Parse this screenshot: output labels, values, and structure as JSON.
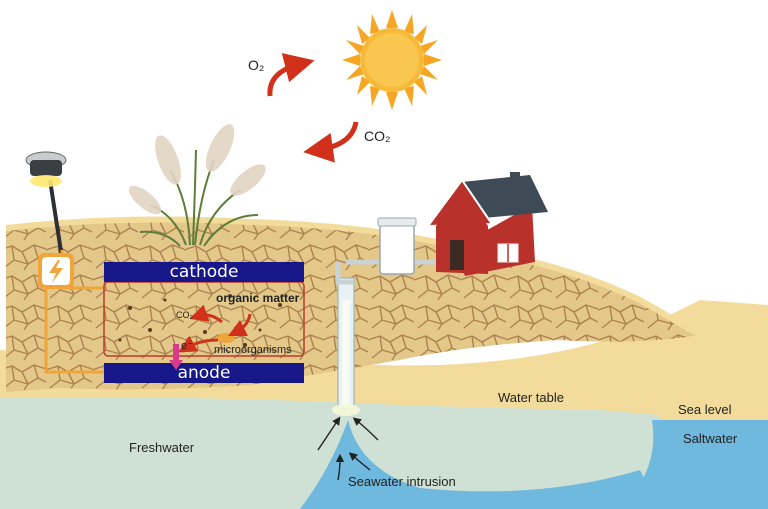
{
  "labels": {
    "o2": "O₂",
    "co2_sky": "CO₂",
    "cathode": "cathode",
    "anode": "anode",
    "organic_matter": "organic matter",
    "co2_soil": "CO₂",
    "electron": "e⁻",
    "microorganisms": "microorganisms",
    "water_table": "Water table",
    "sea_level": "Sea level",
    "freshwater": "Freshwater",
    "saltwater": "Saltwater",
    "seawater_intrusion": "Seawater intrusion"
  },
  "colors": {
    "electrode": "#17178a",
    "arrow_red": "#d1301b",
    "soil": "#e3c88a",
    "sand": "#f3dc9b",
    "freshwater": "#cfe1d4",
    "saltwater": "#6fb8de",
    "house_wall": "#b8312a",
    "roof": "#3f4a57",
    "sun": "#f6a623",
    "wire": "#f0a43a"
  },
  "icons": [
    "sun-icon",
    "lamp-icon",
    "lightning-icon",
    "house-icon",
    "water-tank-icon",
    "grass-icon",
    "well-icon"
  ]
}
